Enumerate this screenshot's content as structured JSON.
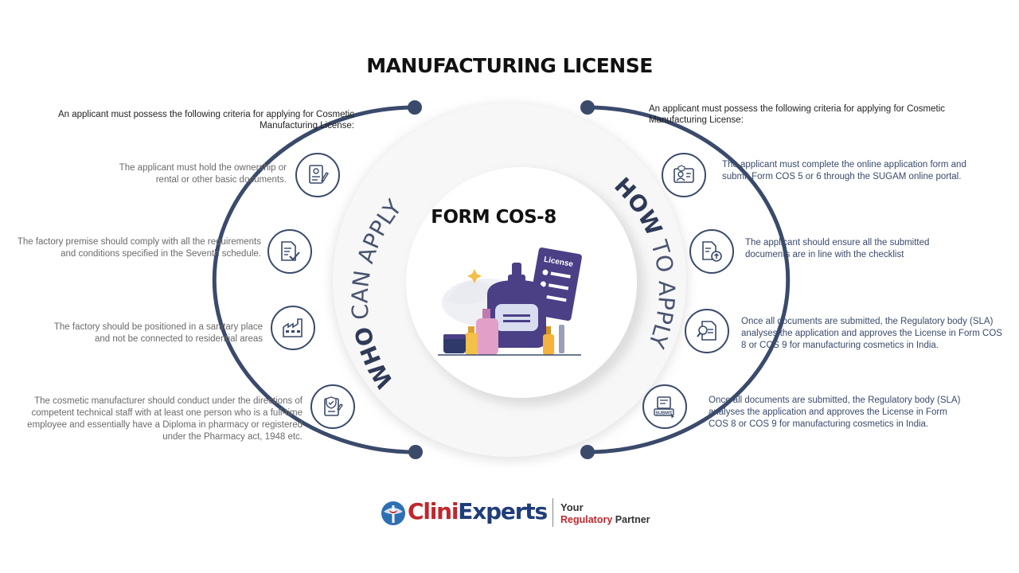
{
  "title": "MANUFACTURING LICENSE",
  "center_title": "FORM COS-8",
  "illustration_label": "License",
  "left": {
    "arc_label_bold": "WHO",
    "arc_label_light": "CAN APPLY",
    "intro": "An applicant must possess the following criteria for applying for Cosmetic Manufacturing License:",
    "items": [
      {
        "icon": "document-certificate-icon",
        "text": "The applicant must hold the ownership or rental or other basic documents."
      },
      {
        "icon": "document-checklist-icon",
        "text": "The factory premise should comply with all the requirements and conditions specified in the Seventh schedule."
      },
      {
        "icon": "factory-icon",
        "text": "The factory should be positioned in a sanitary place and not be connected to residential areas"
      },
      {
        "icon": "shield-checklist-icon",
        "text": "The cosmetic manufacturer should conduct under the directions of competent technical staff with at least one person who is a full-time employee and essentially have a Diploma in pharmacy or registered under the Pharmacy act, 1948 etc."
      }
    ]
  },
  "right": {
    "arc_label_bold": "HOW",
    "arc_label_light": "TO APPLY",
    "intro": "An applicant must possess the following criteria for applying for Cosmetic Manufacturing License:",
    "items": [
      {
        "icon": "id-card-icon",
        "text": "The applicant must complete the online application form and submit Form COS 5 or 6 through the SUGAM online portal."
      },
      {
        "icon": "document-upload-icon",
        "text": "The applicant should ensure all the submitted documents are in line with the checklist"
      },
      {
        "icon": "document-search-icon",
        "text": "Once all documents are submitted, the Regulatory body (SLA) analyses the application and approves the License in Form COS 8 or COS 9 for manufacturing cosmetics in India."
      },
      {
        "icon": "submit-screen-icon",
        "text": "Once all documents are submitted, the Regulatory body (SLA) analyses the application and approves the License in Form COS 8 or COS 9 for manufacturing cosmetics in India.",
        "icon_label": "SUBMIT"
      }
    ]
  },
  "logo": {
    "brand_part1": "Clini",
    "brand_part2": "Experts",
    "tagline_line1": "Your",
    "tagline_regulatory": "Regulatory",
    "tagline_partner": "Partner"
  },
  "colors": {
    "arc": "#3a4a6b",
    "text_dark": "#111111",
    "text_gray": "#6a6a6a",
    "text_blue": "#3a4a6b",
    "brand_red": "#c0272d",
    "brand_blue": "#1f3d7a",
    "illustration_purple": "#4b3f86"
  }
}
